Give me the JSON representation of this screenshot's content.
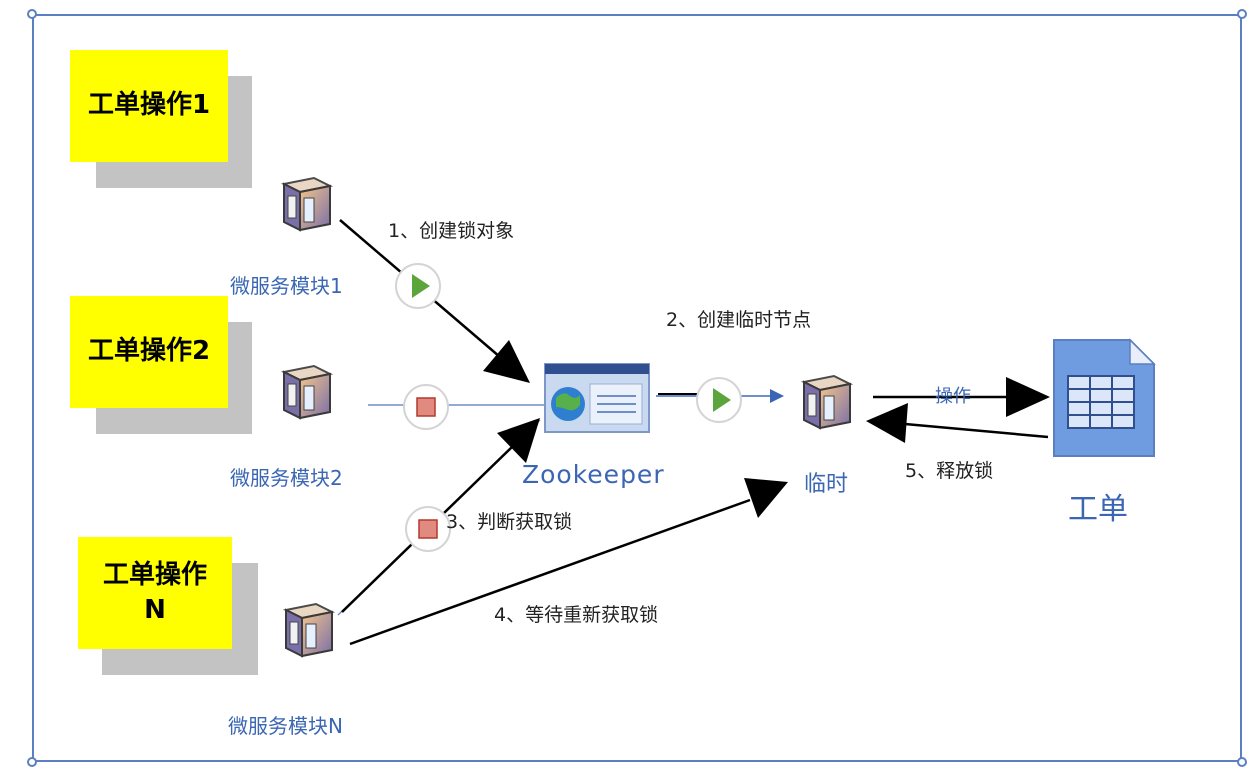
{
  "colors": {
    "frame": "#5b7fc0",
    "sticky": "#ffff00",
    "sticky_shadow": "#c3c3c3",
    "label_blue": "#3a66b3",
    "arrow": "#000000",
    "play_green": "#5aa63c",
    "stop_red": "#d9463a"
  },
  "operations": [
    {
      "label": "工单操作1"
    },
    {
      "label": "工单操作2"
    },
    {
      "label": "工单操作\nN"
    }
  ],
  "modules": [
    {
      "label": "微服务模块1",
      "icon": "cube-icon"
    },
    {
      "label": "微服务模块2",
      "icon": "cube-icon"
    },
    {
      "label": "微服务模块N",
      "icon": "cube-icon"
    }
  ],
  "zookeeper": {
    "label": "Zookeeper",
    "icon": "browser-window-icon"
  },
  "temp_node": {
    "label": "临时",
    "icon": "cube-icon"
  },
  "work_order": {
    "label": "工单",
    "icon": "table-document-icon"
  },
  "steps": {
    "s1": "1、创建锁对象",
    "s2": "2、创建临时节点",
    "s3": "3、判断获取锁",
    "s4": "4、等待重新获取锁",
    "s5": "5、释放锁",
    "operate": "操作"
  }
}
